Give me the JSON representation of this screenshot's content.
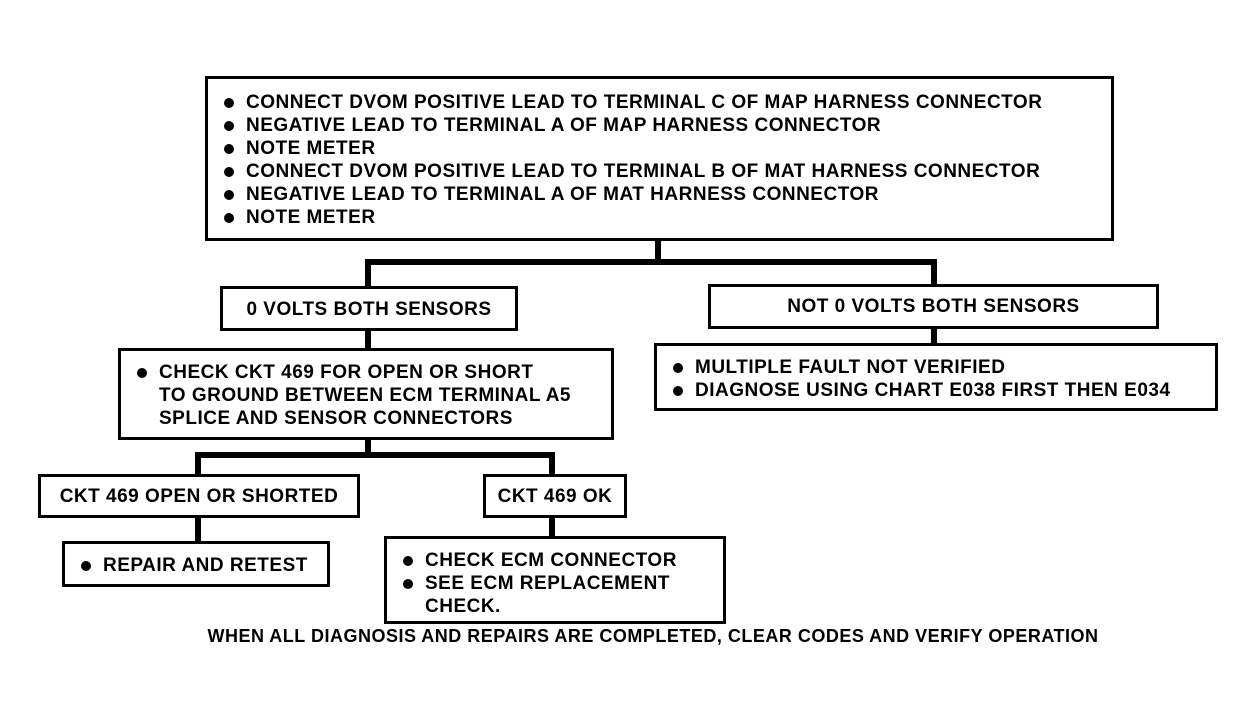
{
  "top_box": {
    "items": [
      "CONNECT DVOM POSITIVE LEAD TO TERMINAL C OF MAP HARNESS CONNECTOR",
      "NEGATIVE LEAD TO TERMINAL A OF MAP HARNESS CONNECTOR",
      "NOTE METER",
      "CONNECT DVOM POSITIVE LEAD TO TERMINAL B OF MAT HARNESS CONNECTOR",
      "NEGATIVE LEAD TO TERMINAL A OF MAT HARNESS CONNECTOR",
      "NOTE METER"
    ]
  },
  "left_branch": {
    "label": "0 VOLTS BOTH SENSORS",
    "check_lines": [
      "CHECK CKT 469 FOR OPEN OR SHORT",
      "TO GROUND BETWEEN ECM TERMINAL A5",
      "SPLICE AND SENSOR CONNECTORS"
    ],
    "open_label": "CKT 469 OPEN OR SHORTED",
    "open_action": "REPAIR AND RETEST",
    "ok_label": "CKT 469 OK",
    "ok_actions": [
      "CHECK ECM CONNECTOR",
      "SEE ECM REPLACEMENT"
    ],
    "ok_actions_cont": "CHECK."
  },
  "right_branch": {
    "label": "NOT 0 VOLTS BOTH SENSORS",
    "actions": [
      "MULTIPLE FAULT NOT VERIFIED",
      "DIAGNOSE USING CHART E038 FIRST THEN E034"
    ]
  },
  "footer": "WHEN ALL DIAGNOSIS AND REPAIRS ARE COMPLETED, CLEAR CODES AND VERIFY OPERATION"
}
